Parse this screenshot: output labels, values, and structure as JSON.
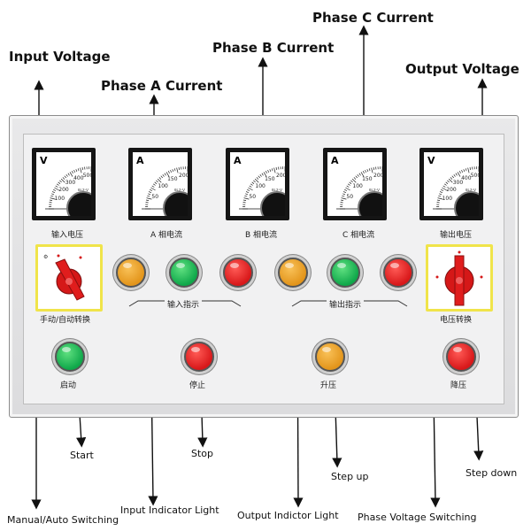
{
  "labels": {
    "input_voltage": "Input Voltage",
    "phase_a_current": "Phase A Current",
    "phase_b_current": "Phase B Current",
    "phase_c_current": "Phase C Current",
    "output_voltage": "Output Voltage",
    "start": "Start",
    "stop": "Stop",
    "step_up": "Step up",
    "step_down": "Step down",
    "manual_auto": "Manual/Auto Switching",
    "input_indicator": "Input Indicator Light",
    "output_indicator": "Output Indictor Light",
    "phase_voltage_switching": "Phase Voltage Switching"
  },
  "meters": [
    {
      "unit": "V",
      "ticks": [
        "100",
        "200",
        "300",
        "400",
        "500"
      ],
      "model": "6L2-V",
      "caption": "输入电压"
    },
    {
      "unit": "A",
      "ticks": [
        "50",
        "100",
        "150",
        "200"
      ],
      "model": "6L2-V",
      "caption": "A  相电流"
    },
    {
      "unit": "A",
      "ticks": [
        "50",
        "100",
        "150",
        "200"
      ],
      "model": "6L2-V",
      "caption": "B  相电流"
    },
    {
      "unit": "A",
      "ticks": [
        "50",
        "100",
        "150",
        "200"
      ],
      "model": "6L2-V",
      "caption": "C  相电流"
    },
    {
      "unit": "V",
      "ticks": [
        "100",
        "200",
        "300",
        "400",
        "500"
      ],
      "model": "6L2-V",
      "caption": "输出电压"
    }
  ],
  "panel": {
    "manual_auto_caption": "手动/自动转换",
    "input_indicator_caption": "输入指示",
    "output_indicator_caption": "输出指示",
    "voltage_switch_caption": "电压转换",
    "start_caption": "启动",
    "stop_caption": "停止",
    "step_up_caption": "升压",
    "step_down_caption": "降压"
  },
  "colors": {
    "orange": "#e3951b",
    "green": "#0fa84a",
    "red": "#d8181a",
    "switch_frame": "#f0e44a"
  }
}
